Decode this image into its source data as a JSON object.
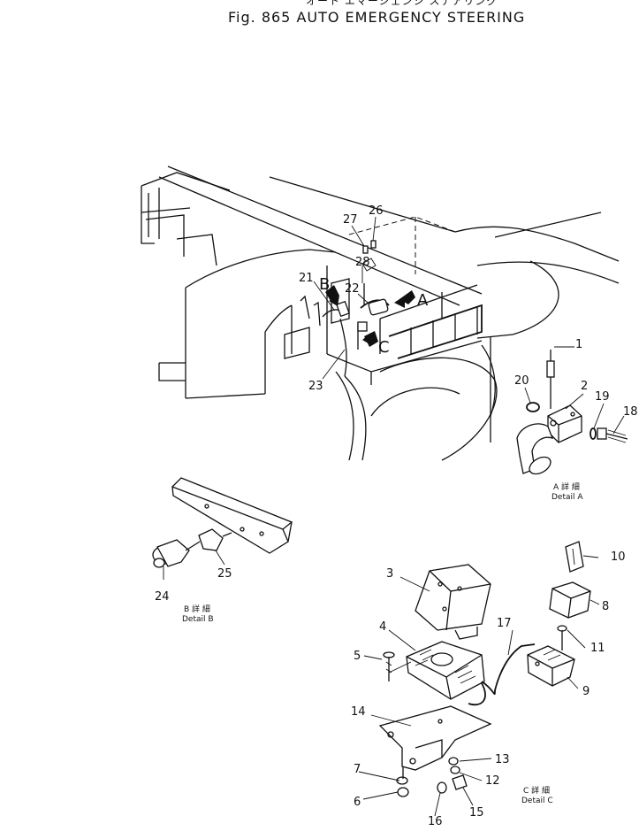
{
  "title": {
    "jp": "オート エマージェンシ ステアリング",
    "en": "Fig. 865   AUTO EMERGENCY STEERING"
  },
  "callouts": [
    {
      "id": "c1",
      "text": "1"
    },
    {
      "id": "c2",
      "text": "2"
    },
    {
      "id": "c3",
      "text": "3"
    },
    {
      "id": "c4",
      "text": "4"
    },
    {
      "id": "c5",
      "text": "5"
    },
    {
      "id": "c6",
      "text": "6"
    },
    {
      "id": "c7",
      "text": "7"
    },
    {
      "id": "c8",
      "text": "8"
    },
    {
      "id": "c9",
      "text": "9"
    },
    {
      "id": "c10",
      "text": "10"
    },
    {
      "id": "c11",
      "text": "11"
    },
    {
      "id": "c12",
      "text": "12"
    },
    {
      "id": "c13",
      "text": "13"
    },
    {
      "id": "c14",
      "text": "14"
    },
    {
      "id": "c15",
      "text": "15"
    },
    {
      "id": "c16",
      "text": "16"
    },
    {
      "id": "c17",
      "text": "17"
    },
    {
      "id": "c18",
      "text": "18"
    },
    {
      "id": "c19",
      "text": "19"
    },
    {
      "id": "c20",
      "text": "20"
    },
    {
      "id": "c21",
      "text": "21"
    },
    {
      "id": "c22",
      "text": "22"
    },
    {
      "id": "c23",
      "text": "23"
    },
    {
      "id": "c24",
      "text": "24"
    },
    {
      "id": "c25",
      "text": "25"
    },
    {
      "id": "c26",
      "text": "26"
    },
    {
      "id": "c27",
      "text": "27"
    },
    {
      "id": "c28",
      "text": "28"
    }
  ],
  "view_letters": {
    "a": "A",
    "b": "B",
    "c": "C"
  },
  "details": {
    "a": {
      "jp": "A 詳 細",
      "en": "Detail A"
    },
    "b": {
      "jp": "B 詳 細",
      "en": "Detail B"
    },
    "c": {
      "jp": "C 詳 細",
      "en": "Detail C"
    }
  }
}
